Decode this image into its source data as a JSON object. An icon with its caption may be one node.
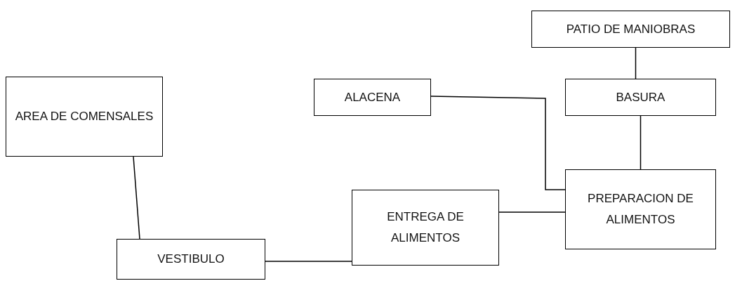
{
  "diagram": {
    "nodes": [
      {
        "text": [
          "PATIO DE MANIOBRAS"
        ]
      },
      {
        "text": [
          "AREA DE COMENSALES"
        ]
      },
      {
        "text": [
          "ALACENA"
        ]
      },
      {
        "text": [
          "BASURA"
        ]
      },
      {
        "text": [
          "PREPARACION DE ALIMENTOS"
        ]
      },
      {
        "text": [
          "ENTREGA DE ALIMENTOS"
        ]
      },
      {
        "text": [
          "VESTIBULO"
        ]
      }
    ],
    "edges": [
      {
        "from": 0,
        "to": 3,
        "arrow": "none"
      },
      {
        "from": 1,
        "to": 6,
        "arrow": "none"
      },
      {
        "from": 2,
        "to": 4,
        "arrow": "none"
      },
      {
        "from": 3,
        "to": 4,
        "arrow": "none"
      },
      {
        "from": 5,
        "to": 4,
        "arrow": "none"
      },
      {
        "from": 6,
        "to": 5,
        "arrow": "none"
      }
    ]
  }
}
